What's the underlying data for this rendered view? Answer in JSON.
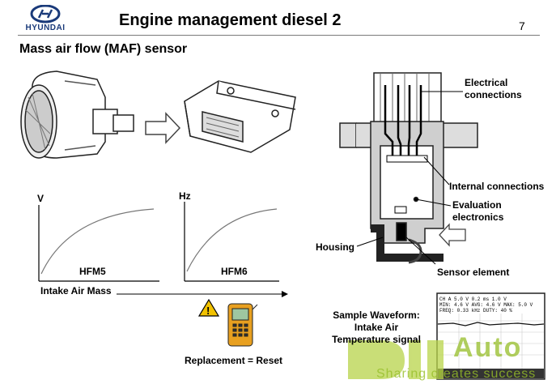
{
  "header": {
    "brand": "HYUNDAI",
    "title": "Engine management diesel  2",
    "page_number": "7",
    "subtitle": "Mass air flow (MAF) sensor"
  },
  "graphs": [
    {
      "axis": "V",
      "label": "HFM5"
    },
    {
      "axis": "Hz",
      "label": "HFM6"
    }
  ],
  "x_axis_label": "Intake Air Mass",
  "replacement_note": "Replacement = Reset",
  "sensor_diagram": {
    "electrical": [
      "Electrical",
      "connections"
    ],
    "internal": "Internal connections",
    "evaluation": [
      "Evaluation",
      "electronics"
    ],
    "housing": "Housing",
    "sensor_element": "Sensor element"
  },
  "waveform_caption": [
    "Sample Waveform:",
    "Intake Air",
    "Temperature signal"
  ],
  "watermark": {
    "brand": "Auto",
    "slogan": "Sharing creates success"
  }
}
